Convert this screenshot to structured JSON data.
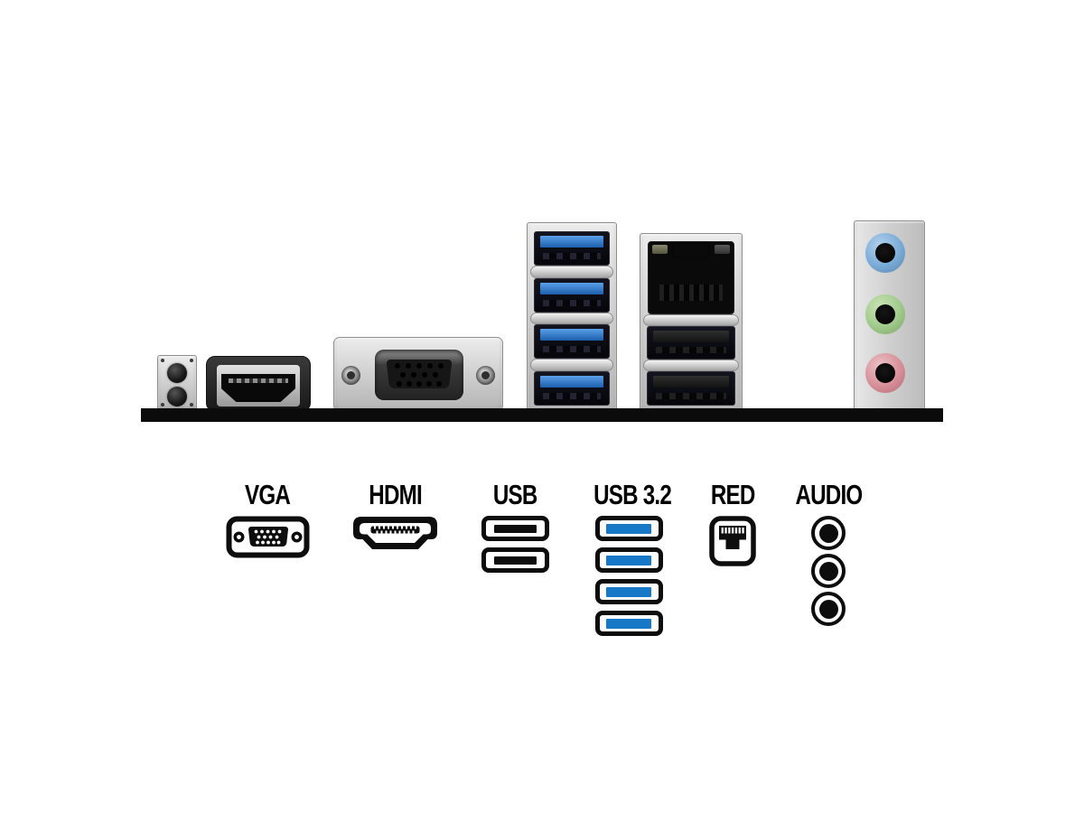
{
  "page": {
    "background": "#ffffff"
  },
  "panel_photo": {
    "description": "motherboard rear I/O panel photograph",
    "bar_color": "#0b0b0b",
    "ports": [
      {
        "name": "mounting-plate",
        "holes": 2
      },
      {
        "name": "hdmi-port"
      },
      {
        "name": "vga-port"
      },
      {
        "name": "usb3-ports",
        "count": 4,
        "tongue_color": "#2a6fc0"
      },
      {
        "name": "ethernet-port"
      },
      {
        "name": "usb2-ports",
        "count": 2
      },
      {
        "name": "audio-jacks",
        "count": 3,
        "colors": [
          "#79abd8",
          "#9fca8b",
          "#d78f98"
        ]
      }
    ]
  },
  "legend": {
    "items": [
      {
        "label": "VGA",
        "icon": "vga-connector-icon"
      },
      {
        "label": "HDMI",
        "icon": "hdmi-connector-icon"
      },
      {
        "label": "USB",
        "icon": "usb-port-icon",
        "count": 2,
        "port_color": "#0d0d0d"
      },
      {
        "label": "USB 3.2",
        "icon": "usb3-port-icon",
        "count": 4,
        "port_color": "#1878c8"
      },
      {
        "label": "RED",
        "icon": "ethernet-port-icon"
      },
      {
        "label": "AUDIO",
        "icon": "audio-jack-icon",
        "count": 3
      }
    ]
  }
}
